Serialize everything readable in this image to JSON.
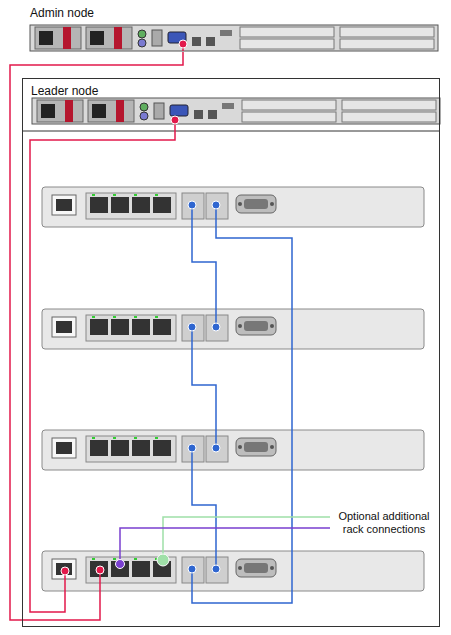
{
  "diagram": {
    "nodes": [
      {
        "text": [
          "Admin node"
        ]
      },
      {
        "text": [
          "Leader node"
        ]
      }
    ],
    "edges": [
      {
        "from": 0,
        "to": 1,
        "arrow": "none"
      }
    ],
    "labels": [
      "Optional additional rack connections"
    ]
  }
}
